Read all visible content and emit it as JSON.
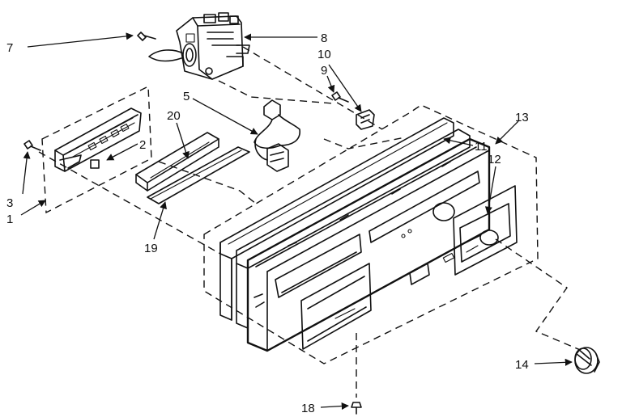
{
  "callouts": [
    {
      "id": "c1",
      "label": "1"
    },
    {
      "id": "c2",
      "label": "2"
    },
    {
      "id": "c3",
      "label": "3"
    },
    {
      "id": "c5",
      "label": "5"
    },
    {
      "id": "c7",
      "label": "7"
    },
    {
      "id": "c8",
      "label": "8"
    },
    {
      "id": "c9",
      "label": "9"
    },
    {
      "id": "c10",
      "label": "10"
    },
    {
      "id": "c11",
      "label": "11"
    },
    {
      "id": "c12",
      "label": "12"
    },
    {
      "id": "c13",
      "label": "13"
    },
    {
      "id": "c14",
      "label": "14"
    },
    {
      "id": "c18",
      "label": "18"
    },
    {
      "id": "c19",
      "label": "19"
    },
    {
      "id": "c20",
      "label": "20"
    }
  ],
  "ink_color": "#111111",
  "background_color": "#ffffff"
}
